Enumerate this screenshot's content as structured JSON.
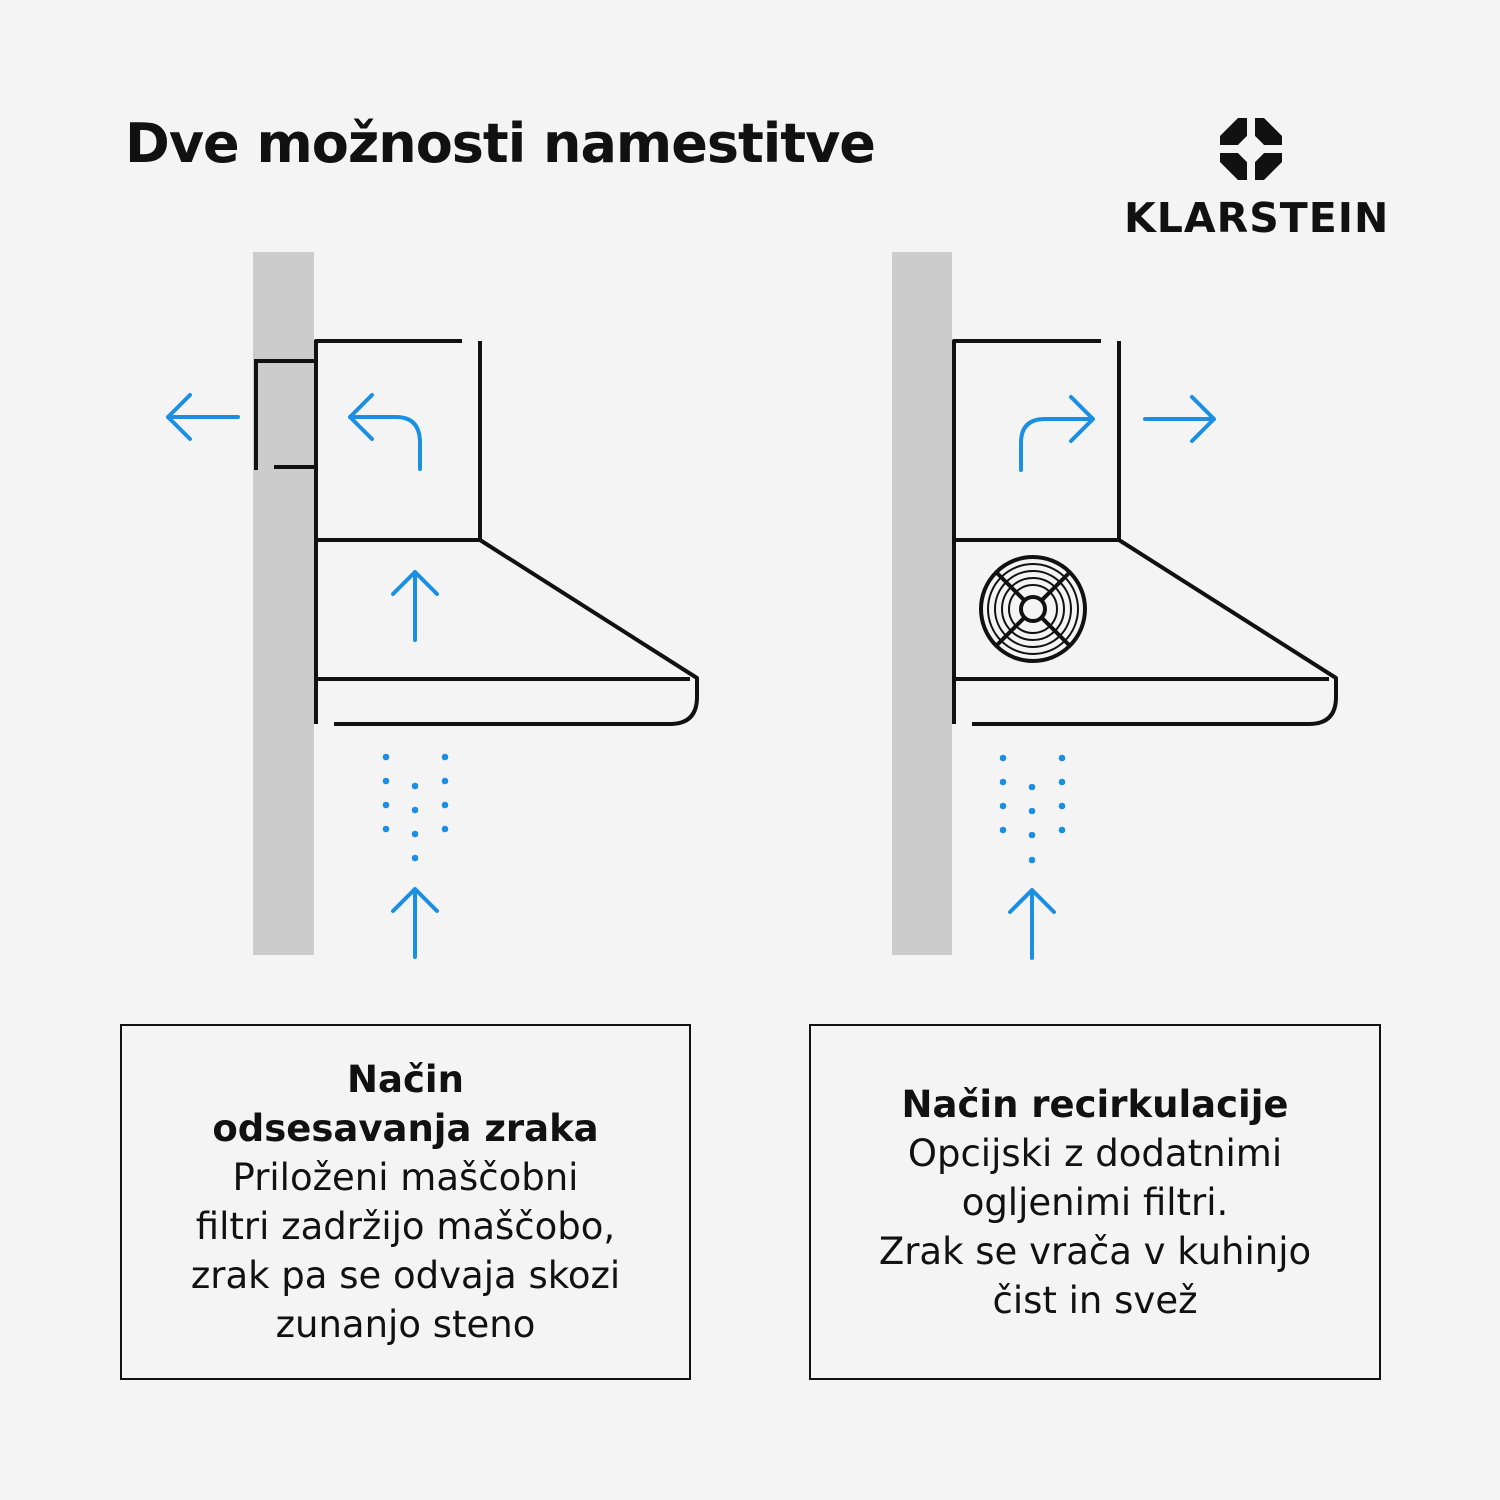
{
  "title": "Dve možnosti namestitve",
  "brand": {
    "name": "KLARSTEIN",
    "logo_icon": "klarstein-logo-icon"
  },
  "colors": {
    "accent": "#1a8fe3",
    "wall": "#cccccc",
    "line": "#111111",
    "background": "#f4f4f4"
  },
  "diagrams": [
    {
      "id": "extraction",
      "elements": [
        "wall",
        "wall-duct",
        "hood",
        "air-flow-arrows",
        "air-particles"
      ]
    },
    {
      "id": "recirculation",
      "elements": [
        "wall",
        "hood",
        "fan-icon",
        "air-flow-arrows",
        "air-particles"
      ]
    }
  ],
  "modes": {
    "extraction": {
      "title_lines": [
        "Način",
        "odsesavanja zraka"
      ],
      "text_lines": [
        "Priloženi maščobni",
        "filtri zadržijo maščobo,",
        "zrak pa se odvaja skozi",
        "zunanjo steno"
      ]
    },
    "recirculation": {
      "title_lines": [
        "Način recirkulacije"
      ],
      "text_lines": [
        "Opcijski z dodatnimi",
        "ogljenimi filtri.",
        "Zrak se vrača v kuhinjo",
        "čist in svež"
      ]
    }
  }
}
